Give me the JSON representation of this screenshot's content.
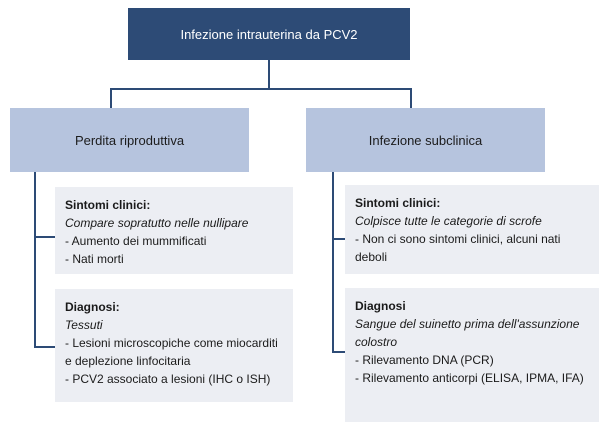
{
  "root": {
    "label": "Infezione intrauterina da PCV2"
  },
  "branches": [
    {
      "label": "Perdita riproduttiva",
      "boxes": [
        {
          "heading": "Sintomi clinici:",
          "subtitle": "Compare sopratutto nelle nullipare",
          "items": [
            "- Aumento dei mummificati",
            "- Nati morti"
          ]
        },
        {
          "heading": "Diagnosi:",
          "subtitle": "Tessuti",
          "items": [
            "- Lesioni microscopiche come miocarditi e deplezione linfocitaria",
            "- PCV2 associato a lesioni (IHC o ISH)"
          ]
        }
      ]
    },
    {
      "label": "Infezione subclinica",
      "boxes": [
        {
          "heading": "Sintomi clinici:",
          "subtitle": "Colpisce tutte le categorie di scrofe",
          "items": [
            "- Non ci sono sintomi clinici, alcuni nati deboli"
          ]
        },
        {
          "heading": "Diagnosi",
          "subtitle": "Sangue del suinetto prima dell'assunzione colostro",
          "items": [
            "- Rilevamento DNA (PCR)",
            "- Rilevamento anticorpi (ELISA, IPMA, IFA)"
          ]
        }
      ]
    }
  ],
  "colors": {
    "root_box": "#2d4b76",
    "branch_box": "#b6c4de",
    "detail_box": "#eceef3",
    "connector": "#2d4b76",
    "root_text": "#ffffff",
    "body_text": "#1a1a1a"
  }
}
